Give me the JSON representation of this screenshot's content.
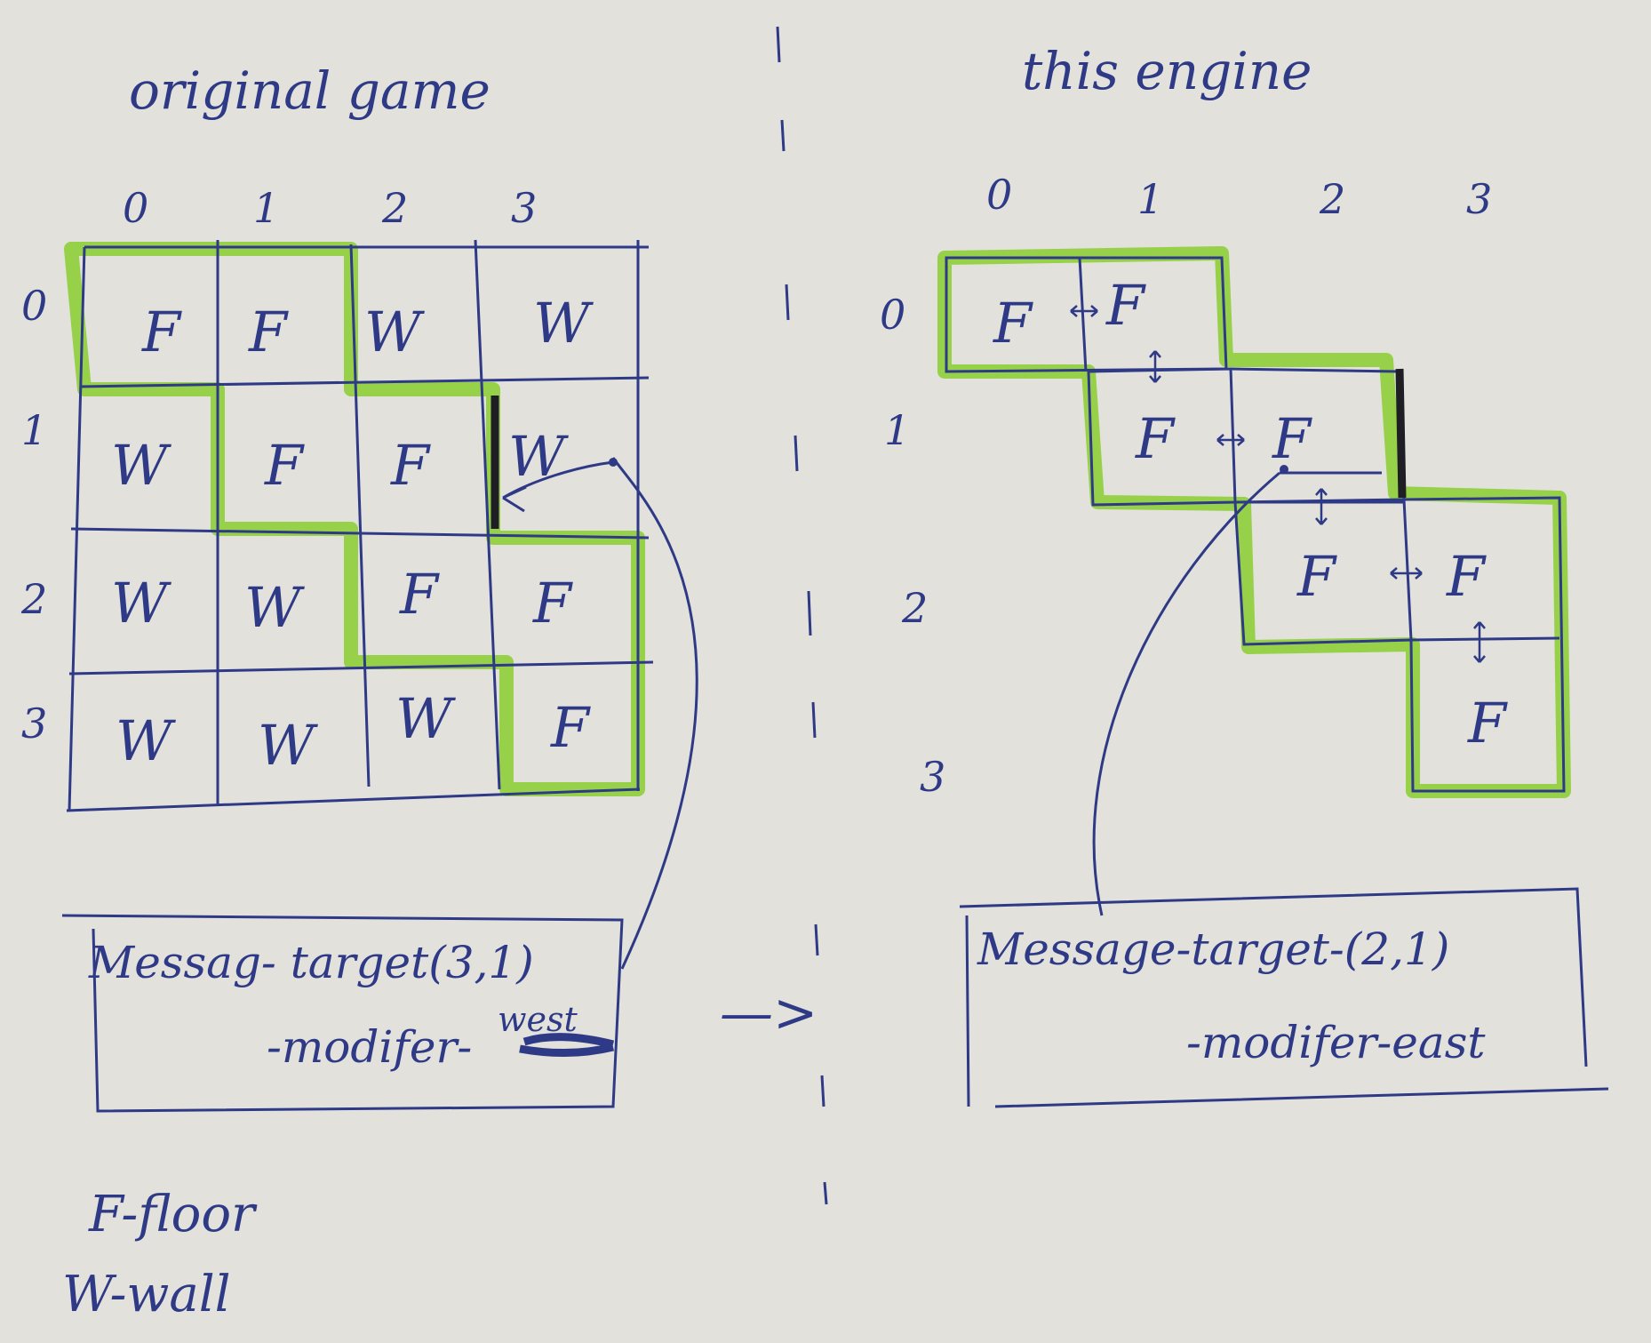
{
  "colors": {
    "paper": "#e2e1dc",
    "ink": "#2f3a86",
    "highlight": "#8fcf3a",
    "marker": "#1e1e24"
  },
  "left_panel": {
    "title": "original game",
    "col_labels": [
      "0",
      "1",
      "2",
      "3"
    ],
    "row_labels": [
      "0",
      "1",
      "2",
      "3"
    ],
    "grid": [
      [
        "F",
        "F",
        "W",
        "W"
      ],
      [
        "W",
        "F",
        "F",
        "W"
      ],
      [
        "W",
        "W",
        "F",
        "F"
      ],
      [
        "W",
        "W",
        "W",
        "F"
      ]
    ],
    "message_line1": "Messag- target(3,1)",
    "message_line2": "-modifer-",
    "message_modifier": "west"
  },
  "right_panel": {
    "title": "this engine",
    "col_labels": [
      "0",
      "1",
      "2",
      "3"
    ],
    "row_labels": [
      "0",
      "1",
      "2",
      "3"
    ],
    "cells": [
      {
        "row": 0,
        "col": 0,
        "label": "F"
      },
      {
        "row": 0,
        "col": 1,
        "label": "F"
      },
      {
        "row": 1,
        "col": 1,
        "label": "F"
      },
      {
        "row": 1,
        "col": 2,
        "label": "F"
      },
      {
        "row": 2,
        "col": 2,
        "label": "F"
      },
      {
        "row": 2,
        "col": 3,
        "label": "F"
      },
      {
        "row": 3,
        "col": 3,
        "label": "F"
      }
    ],
    "message_line1": "Message-target-(2,1)",
    "message_line2": "-modifer-east"
  },
  "arrow_label": "—>",
  "legend": [
    {
      "key": "F",
      "desc": "floor",
      "text": "F-floor"
    },
    {
      "key": "W",
      "desc": "wall",
      "text": "W-wall"
    }
  ]
}
